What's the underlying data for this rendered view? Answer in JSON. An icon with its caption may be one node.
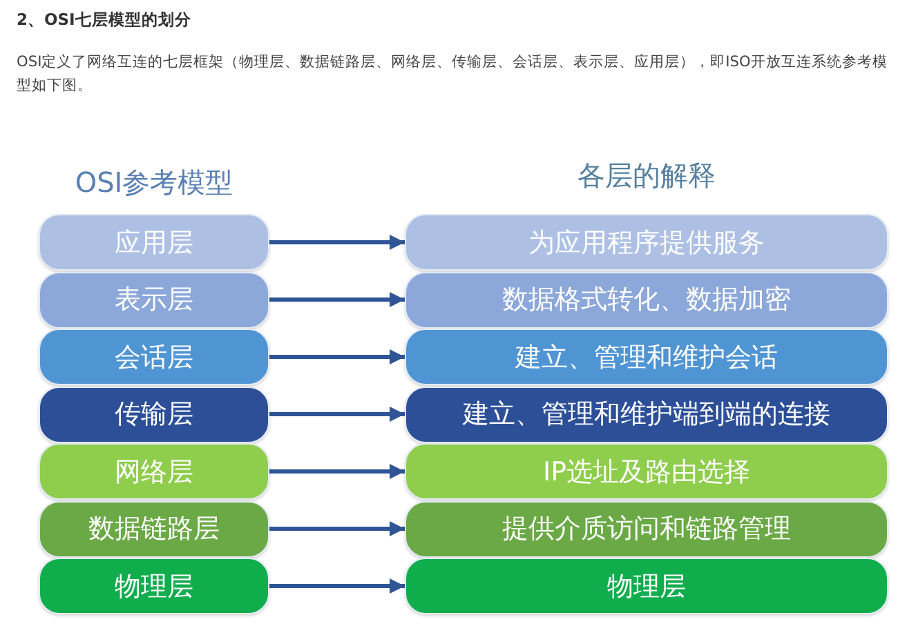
{
  "diagram": {
    "title": "2、OSI七层模型的划分",
    "nodes": [
      {
        "text": [
          "应用层"
        ]
      },
      {
        "text": [
          "为应用程序提供服务"
        ]
      },
      {
        "text": [
          "表示层"
        ]
      },
      {
        "text": [
          "数据格式转化、数据加密"
        ]
      },
      {
        "text": [
          "会话层"
        ]
      },
      {
        "text": [
          "建立、管理和维护会话"
        ]
      },
      {
        "text": [
          "传输层"
        ]
      },
      {
        "text": [
          "建立、管理和维护端到端的连接"
        ]
      },
      {
        "text": [
          "网络层"
        ]
      },
      {
        "text": [
          "IP选址及路由选择"
        ]
      },
      {
        "text": [
          "数据链路层"
        ]
      },
      {
        "text": [
          "提供介质访问和链路管理"
        ]
      },
      {
        "text": [
          "物理层"
        ]
      },
      {
        "text": [
          "物理层"
        ]
      }
    ],
    "edges": [
      {
        "from": 0,
        "to": 1,
        "arrow": "to"
      },
      {
        "from": 2,
        "to": 3,
        "arrow": "to"
      },
      {
        "from": 4,
        "to": 5,
        "arrow": "to"
      },
      {
        "from": 6,
        "to": 7,
        "arrow": "to"
      },
      {
        "from": 8,
        "to": 9,
        "arrow": "to"
      },
      {
        "from": 10,
        "to": 11,
        "arrow": "to"
      },
      {
        "from": 12,
        "to": 13,
        "arrow": "to"
      }
    ],
    "labels": [
      "OSI定义了网络互连的七层框架（物理层、数据链路层、网络层、传输层、会话层、表示层、应用层），即ISO开放互连系统参考模型如下图。",
      "OSI参考模型",
      "各层的解释"
    ]
  }
}
